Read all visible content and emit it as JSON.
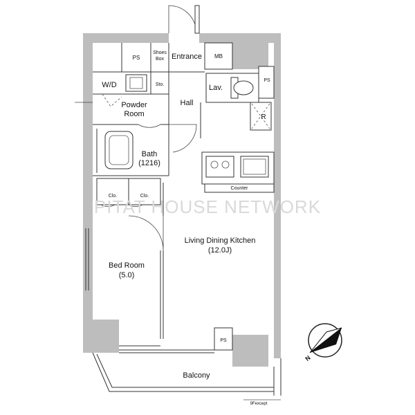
{
  "rooms": {
    "ps_top": "PS",
    "shoes_box_1": "Shoes",
    "shoes_box_2": "Box",
    "entrance": "Entrance",
    "mb": "MB",
    "wd": "W/D",
    "sto": "Sto.",
    "lav": "Lav.",
    "ps_right": "PS",
    "powder_1": "Powder",
    "powder_2": "Room",
    "hall": "Hall",
    "refrigerator": "R",
    "bath_1": "Bath",
    "bath_2": "(1216)",
    "counter": "Counter",
    "clo_1": "Clo.",
    "clo_2": "Clo.",
    "ldk_1": "Living Dining Kitchen",
    "ldk_2": "(12.0J)",
    "bed_1": "Bed Room",
    "bed_2": "(5.0)",
    "ps_bottom": "PS",
    "balcony": "Balcony",
    "floor_note": "9Fexcept"
  },
  "watermark": "PITAT HOUSE NETWORK",
  "compass": {
    "north_label": "N"
  }
}
